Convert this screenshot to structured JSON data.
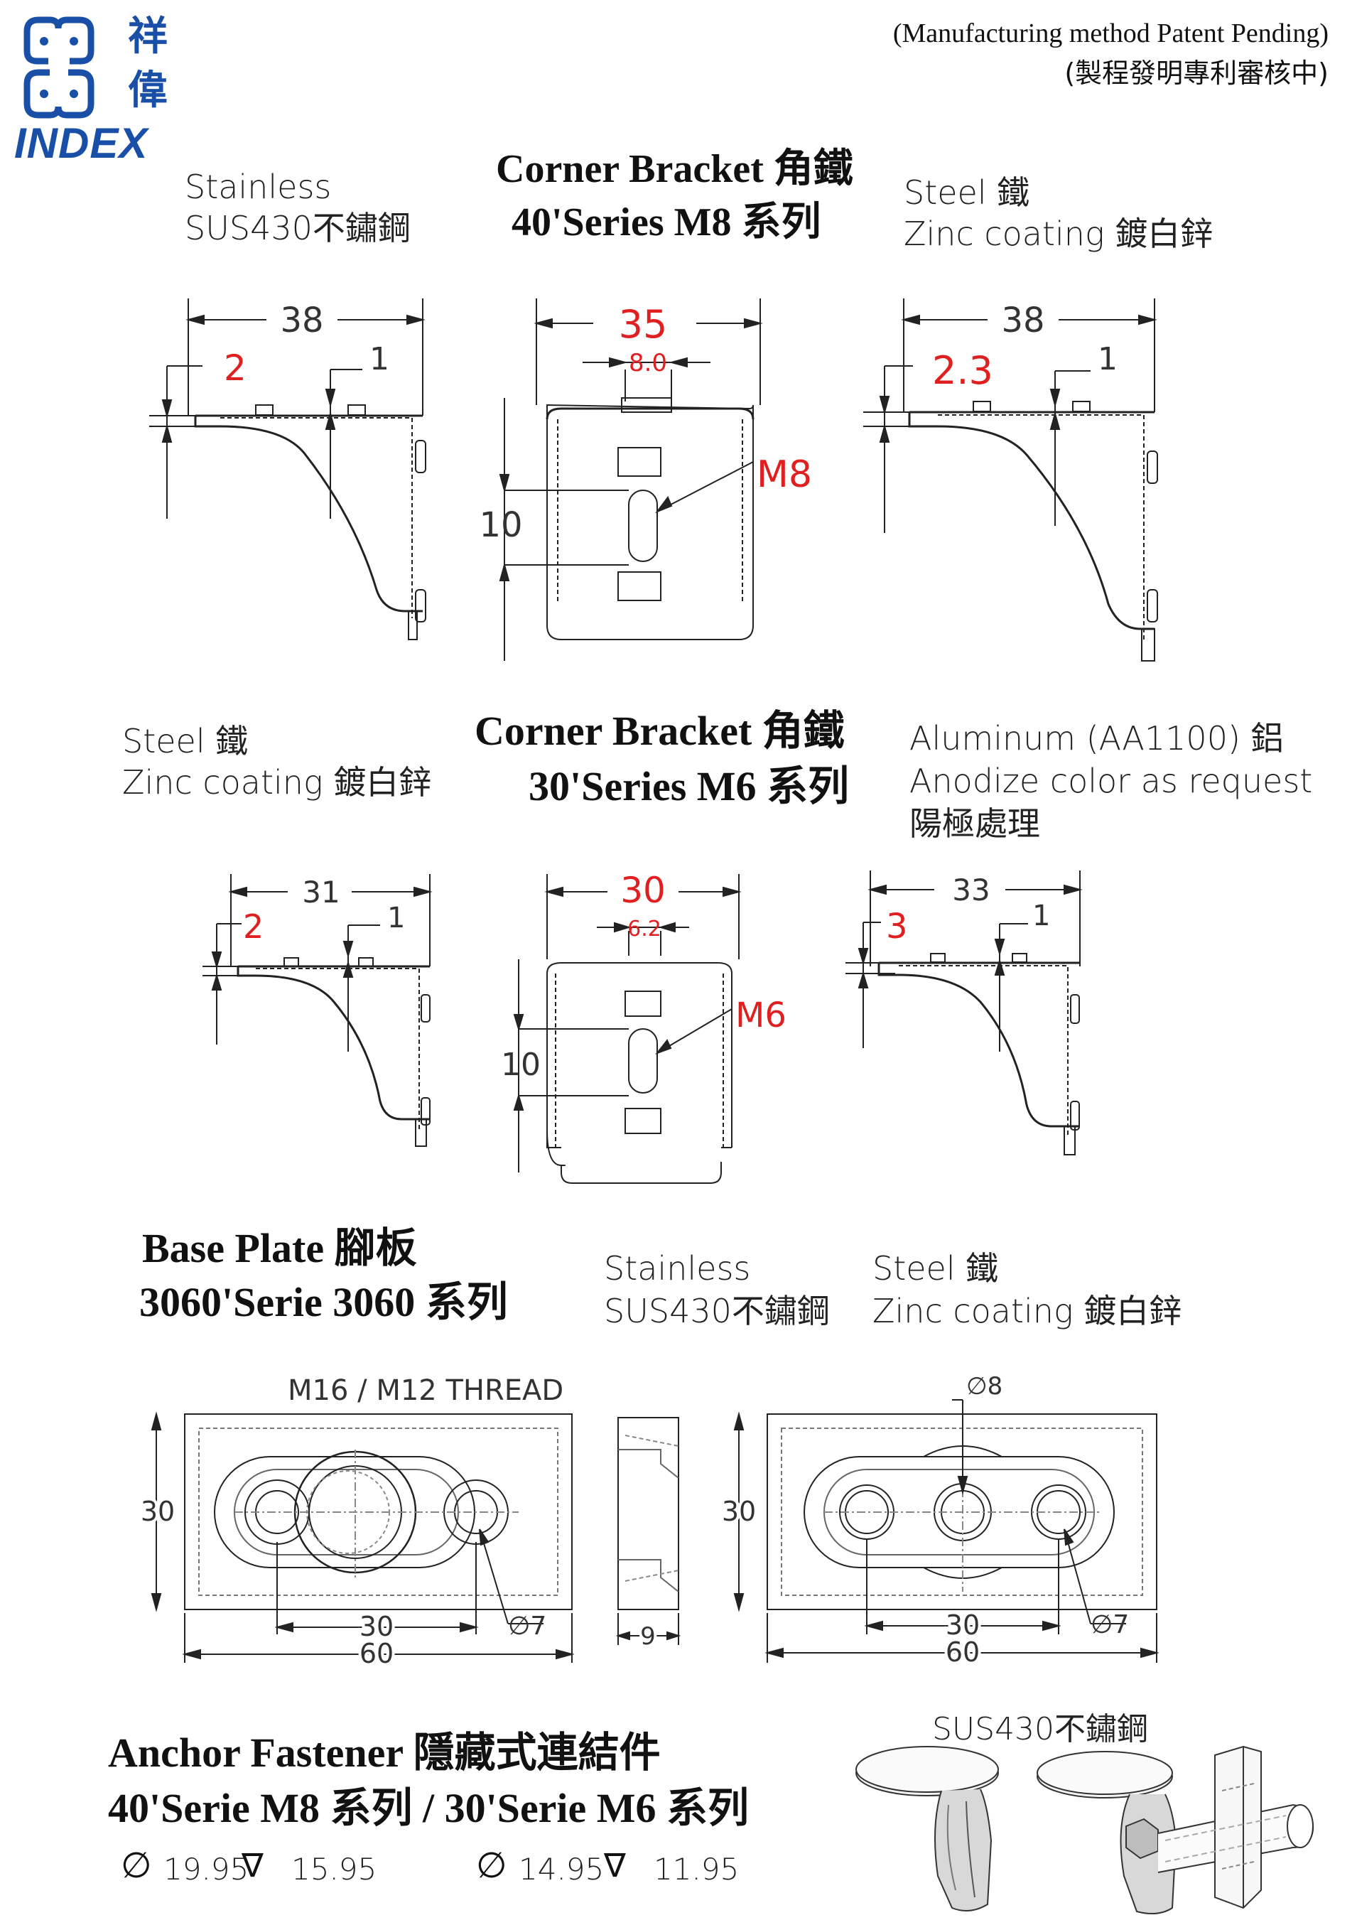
{
  "header": {
    "logo_chars": "祥\n偉",
    "logo_char1": "祥",
    "logo_char2": "偉",
    "logo_text": "INDEX",
    "patent_en": "(Manufacturing method Patent Pending)",
    "patent_zh": "(製程發明專利審核中)",
    "colors": {
      "brand_blue": "#1a4fa8"
    }
  },
  "s1": {
    "title1": "Corner Bracket 角鐵",
    "title2": "40'Series M8 系列",
    "mat_left1": "Stainless",
    "mat_left2": "SUS430不鏽鋼",
    "mat_right1": "Steel 鐵",
    "mat_right2": "Zinc coating 鍍白鋅",
    "d_left": {
      "w": "38",
      "t": "2",
      "r": "1"
    },
    "d_mid": {
      "w": "35",
      "slot": "8.0",
      "h": "10",
      "bolt": "M8"
    },
    "d_right": {
      "w": "38",
      "t": "2.3",
      "r": "1"
    }
  },
  "s2": {
    "title1": "Corner Bracket 角鐵",
    "title2": "30'Series M6 系列",
    "mat_left1": "Steel 鐵",
    "mat_left2": "Zinc coating 鍍白鋅",
    "mat_right1": "Aluminum (AA1100) 鋁",
    "mat_right2": "Anodize color as  request",
    "mat_right3": "陽極處理",
    "d_left": {
      "w": "31",
      "t": "2",
      "r": "1"
    },
    "d_mid": {
      "w": "30",
      "slot": "6.2",
      "h": "10",
      "bolt": "M6"
    },
    "d_right": {
      "w": "33",
      "t": "3",
      "r": "1"
    }
  },
  "s3": {
    "title1": "Base Plate 腳板",
    "title2": "3060'Serie 3060 系列",
    "mat_a1": "Stainless",
    "mat_a2": "SUS430不鏽鋼",
    "mat_b1": "Steel 鐵",
    "mat_b2": "Zinc coating 鍍白鋅",
    "thread_label": "M16 / M12 THREAD",
    "d_left": {
      "h": "30",
      "pitch": "30",
      "w": "60",
      "hole": "∅7"
    },
    "d_side": {
      "t": "9"
    },
    "d_right": {
      "top": "∅8",
      "h": "30",
      "pitch": "30",
      "w": "60",
      "hole": "∅7"
    }
  },
  "s4": {
    "title1": "Anchor Fastener 隱藏式連結件",
    "title2": "40'Serie M8 系列 / 30'Serie M6 系列",
    "mat": "SUS430不鏽鋼",
    "spec1_dia": "19.95",
    "spec1_depth": "15.95",
    "spec2_dia": "14.95",
    "spec2_depth": "11.95",
    "sym_dia": "∅",
    "sym_depth": "∇"
  }
}
